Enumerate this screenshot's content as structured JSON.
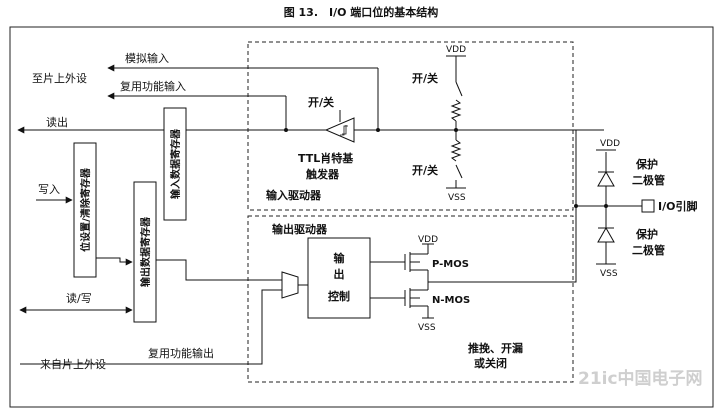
{
  "figure_title": "图 13.　I/O 端口位的基本结构",
  "labels": {
    "to_peripheral": "至片上外设",
    "analog_input": "模拟输入",
    "af_input": "复用功能输入",
    "read": "读出",
    "write": "写入",
    "read_write": "读/写",
    "from_peripheral": "来自片上外设",
    "af_output": "复用功能输出",
    "switch_left": "开/关",
    "switch_top": "开/关",
    "switch_bottom": "开/关",
    "schmitt_line1": "TTL肖特基",
    "schmitt_line2": "触发器",
    "input_driver": "输入驱动器",
    "output_driver": "输出驱动器",
    "input_data_reg": "输入数据寄存器",
    "bsrr_reg": "位设置/清除寄存器",
    "output_data_reg": "输出数据寄存器",
    "output_control_line1": "输",
    "output_control_line2": "出",
    "output_control_line3": "控制",
    "pmos": "P-MOS",
    "nmos": "N-MOS",
    "vdd_top": "VDD",
    "vss_top": "VSS",
    "vdd_out": "VDD",
    "vss_out": "VSS",
    "vdd_diode": "VDD",
    "vss_diode": "VSS",
    "protect_diode_top_1": "保护",
    "protect_diode_top_2": "二极管",
    "protect_diode_bottom_1": "保护",
    "protect_diode_bottom_2": "二极管",
    "io_pin": "I/O引脚",
    "output_modes_1": "推挽、开漏",
    "output_modes_2": "或关闭",
    "watermark": "21ic中国电子网"
  }
}
